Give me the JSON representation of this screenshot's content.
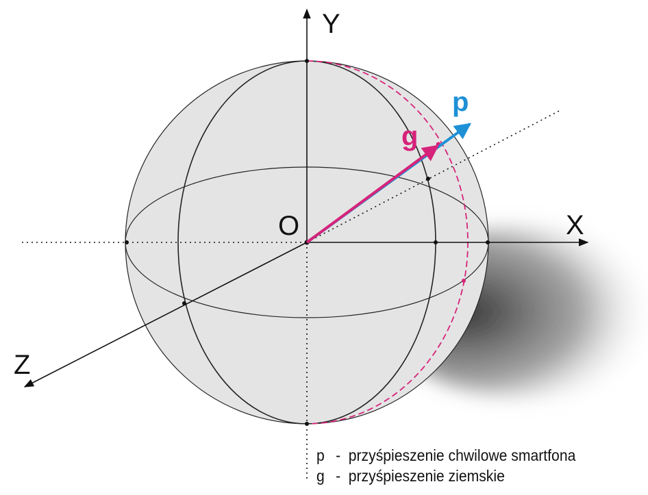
{
  "axes": {
    "x_label": "X",
    "y_label": "Y",
    "z_label": "Z",
    "origin_label": "O"
  },
  "vectors": [
    {
      "symbol": "p",
      "color": "#1e90d6",
      "description": "przyśpieszenie chwilowe smartfona"
    },
    {
      "symbol": "g",
      "color": "#d6237a",
      "description": "przyśpieszenie ziemskie"
    }
  ],
  "legend": [
    {
      "symbol": "p",
      "separator": "-",
      "text": "przyśpieszenie chwilowe smartfona"
    },
    {
      "symbol": "g",
      "separator": "-",
      "text": "przyśpieszenie ziemskie"
    }
  ],
  "colors": {
    "sphere_fill": "#e4e4e4",
    "sphere_stroke": "#222222",
    "shadow": "#555555",
    "p_vector": "#1e90d6",
    "g_vector": "#d6237a",
    "g_circle": "#d6237a"
  }
}
